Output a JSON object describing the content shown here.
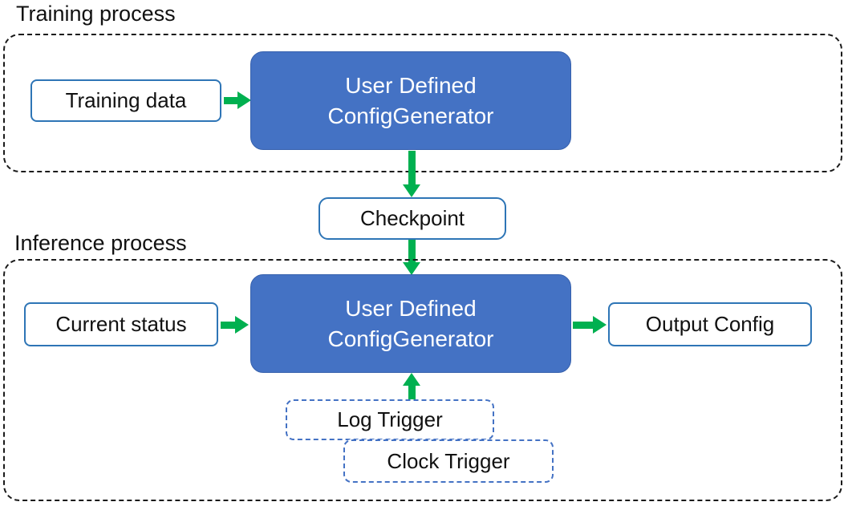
{
  "training": {
    "label": "Training process",
    "input": "Training data",
    "generator_line1": "User Defined",
    "generator_line2": "ConfigGenerator"
  },
  "checkpoint": "Checkpoint",
  "inference": {
    "label": "Inference process",
    "input": "Current status",
    "generator_line1": "User Defined",
    "generator_line2": "ConfigGenerator",
    "output": "Output Config",
    "trigger_log": "Log Trigger",
    "trigger_clock": "Clock Trigger"
  },
  "colors": {
    "generator_fill": "#4472C4",
    "arrow_green": "#00B050",
    "io_box_border": "#2E75B6",
    "trigger_border": "#4472C4",
    "container_border": "#1a1a1a"
  }
}
